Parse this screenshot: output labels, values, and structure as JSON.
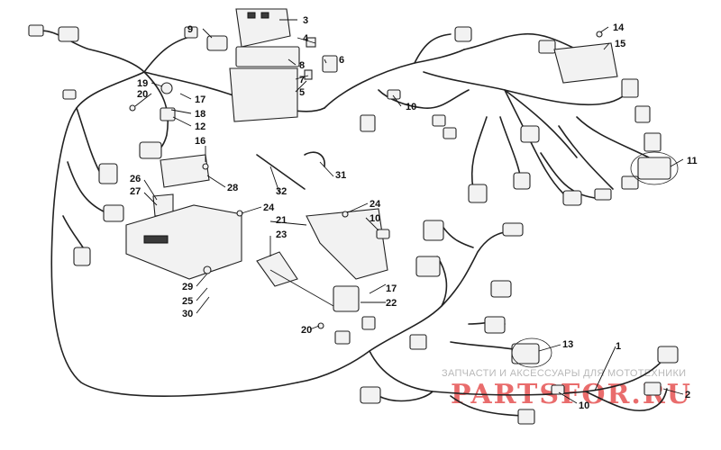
{
  "callouts": {
    "c1": "1",
    "c2": "2",
    "c3": "3",
    "c4": "4",
    "c5": "5",
    "c6": "6",
    "c7": "7",
    "c8": "8",
    "c9": "9",
    "c10a": "10",
    "c10b": "10",
    "c10c": "10",
    "c11": "11",
    "c12": "12",
    "c13": "13",
    "c14": "14",
    "c15": "15",
    "c16": "16",
    "c17a": "17",
    "c17b": "17",
    "c18": "18",
    "c19": "19",
    "c20a": "20",
    "c20b": "20",
    "c21": "21",
    "c22": "22",
    "c23": "23",
    "c24a": "24",
    "c24b": "24",
    "c25": "25",
    "c26": "26",
    "c27": "27",
    "c28": "28",
    "c29": "29",
    "c30": "30",
    "c31": "31",
    "c32": "32"
  },
  "watermark": {
    "tagline": "ЗАПЧАСТИ И АКСЕССУАРЫ ДЛЯ МОТОТЕХНИКИ",
    "logo": "PARTSFOR.RU"
  }
}
